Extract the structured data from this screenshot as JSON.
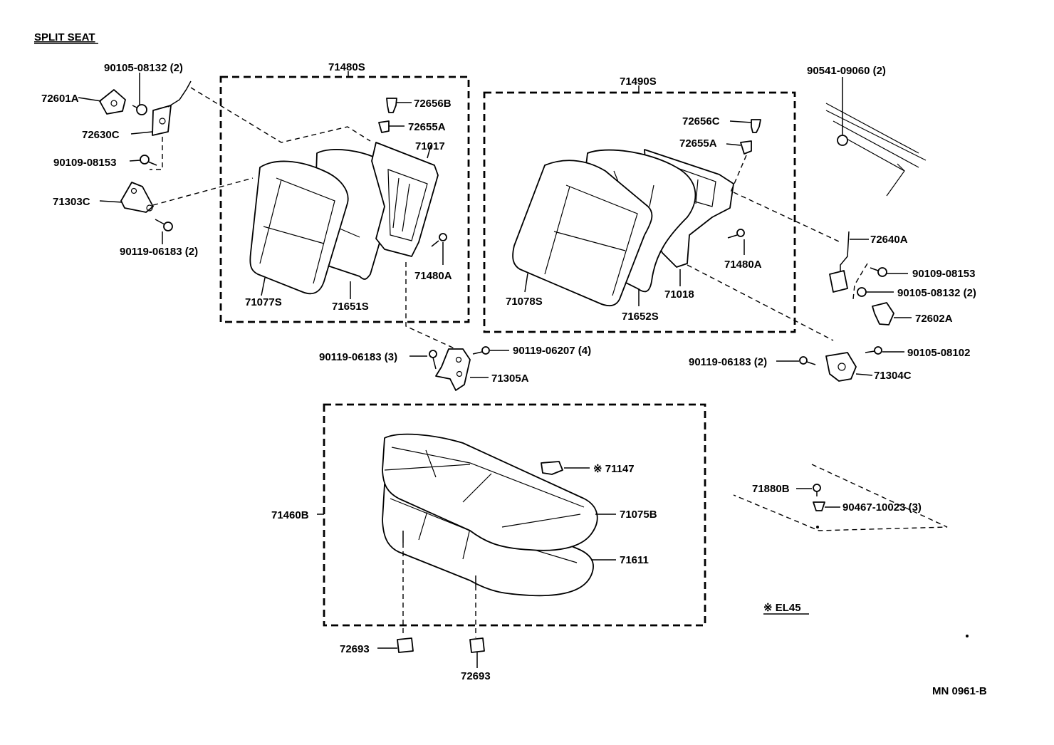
{
  "title": "SPLIT SEAT",
  "drawing_number": "MN 0961-B",
  "note": "※ EL45",
  "labels": {
    "p90105_08132_l": "90105-08132 (2)",
    "p72601A": "72601A",
    "p72630C": "72630C",
    "p90109_08153_l": "90109-08153",
    "p71303C": "71303C",
    "p90119_06183_l": "90119-06183 (2)",
    "p71480S": "71480S",
    "p72656B": "72656B",
    "p72655A_l": "72655A",
    "p71017": "71017",
    "p71480A_l": "71480A",
    "p71077S": "71077S",
    "p71651S": "71651S",
    "p90119_06183_c": "90119-06183 (3)",
    "p90119_06207": "90119-06207 (4)",
    "p71305A": "71305A",
    "p71490S": "71490S",
    "p72656C": "72656C",
    "p72655A_r": "72655A",
    "p71480A_r": "71480A",
    "p71078S": "71078S",
    "p71652S": "71652S",
    "p71018": "71018",
    "p90541_09060": "90541-09060 (2)",
    "p72640A": "72640A",
    "p90109_08153_r": "90109-08153",
    "p90105_08132_r": "90105-08132 (2)",
    "p72602A": "72602A",
    "p90105_08102": "90105-08102",
    "p90119_06183_r": "90119-06183 (2)",
    "p71304C": "71304C",
    "p71147": "※ 71147",
    "p71460B": "71460B",
    "p71075B": "71075B",
    "p71611": "71611",
    "p72693_a": "72693",
    "p72693_b": "72693",
    "p71880B": "71880B",
    "p90467_10023": "90467-10023 (3)"
  }
}
